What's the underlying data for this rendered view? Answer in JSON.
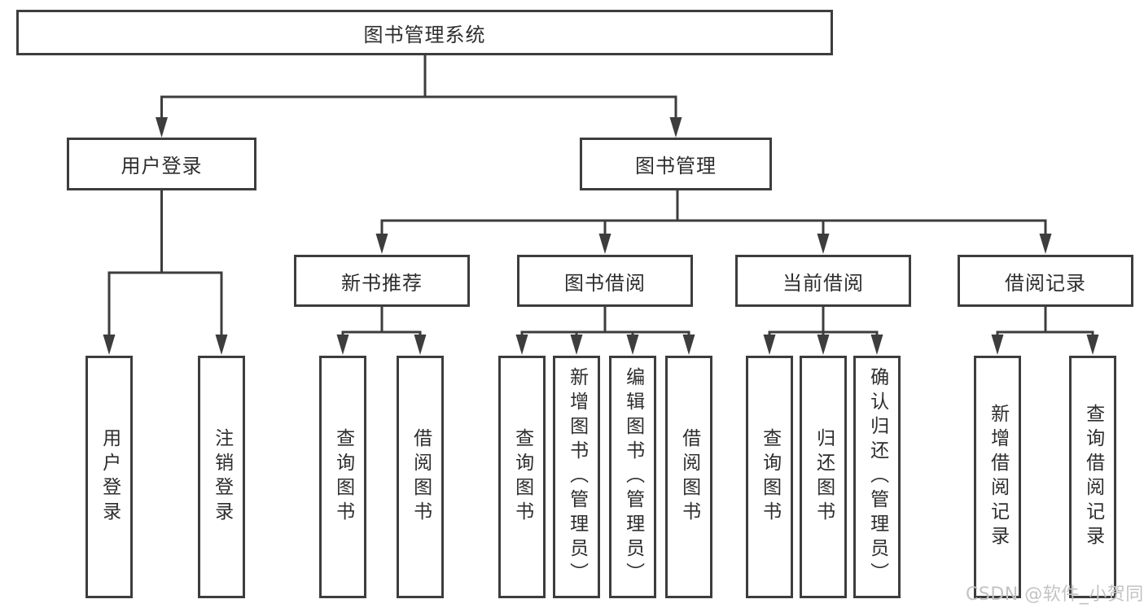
{
  "diagram": {
    "type": "tree",
    "title": "图书管理系统",
    "hierarchy": {
      "图书管理系统": {
        "用户登录": [
          "用户登录",
          "注销登录"
        ],
        "图书管理": {
          "新书推荐": [
            "查询图书",
            "借阅图书"
          ],
          "图书借阅": [
            "查询图书",
            "新增图书（管理员）",
            "编辑图书（管理员）",
            "借阅图书"
          ],
          "当前借阅": [
            "查询图书",
            "归还图书",
            "确认归还（管理员）"
          ],
          "借阅记录": [
            "新增借阅记录",
            "查询借阅记录"
          ]
        }
      }
    }
  },
  "nodes": {
    "root": "图书管理系统",
    "user_login": "用户登录",
    "book_manage": "图书管理",
    "leaf_login": "用户登录",
    "leaf_logout": "注销登录",
    "new_book_recommend": "新书推荐",
    "book_borrow": "图书借阅",
    "current_borrow": "当前借阅",
    "borrow_records": "借阅记录",
    "nb_query_book": "查询图书",
    "nb_borrow_book": "借阅图书",
    "bb_query_book": "查询图书",
    "bb_add_book": "新增图书（管理员）",
    "bb_edit_book": "编辑图书（管理员）",
    "bb_borrow_book": "借阅图书",
    "cb_query_book": "查询图书",
    "cb_return_book": "归还图书",
    "cb_confirm_return": "确认归还（管理员）",
    "br_add_record": "新增借阅记录",
    "br_query_record": "查询借阅记录"
  },
  "watermark": "CSDN @软件_小贺同学",
  "colors": {
    "line": "#3d3d3d",
    "text": "#2d2d2d",
    "background": "#ffffff",
    "watermark": "#c3c3c3"
  }
}
